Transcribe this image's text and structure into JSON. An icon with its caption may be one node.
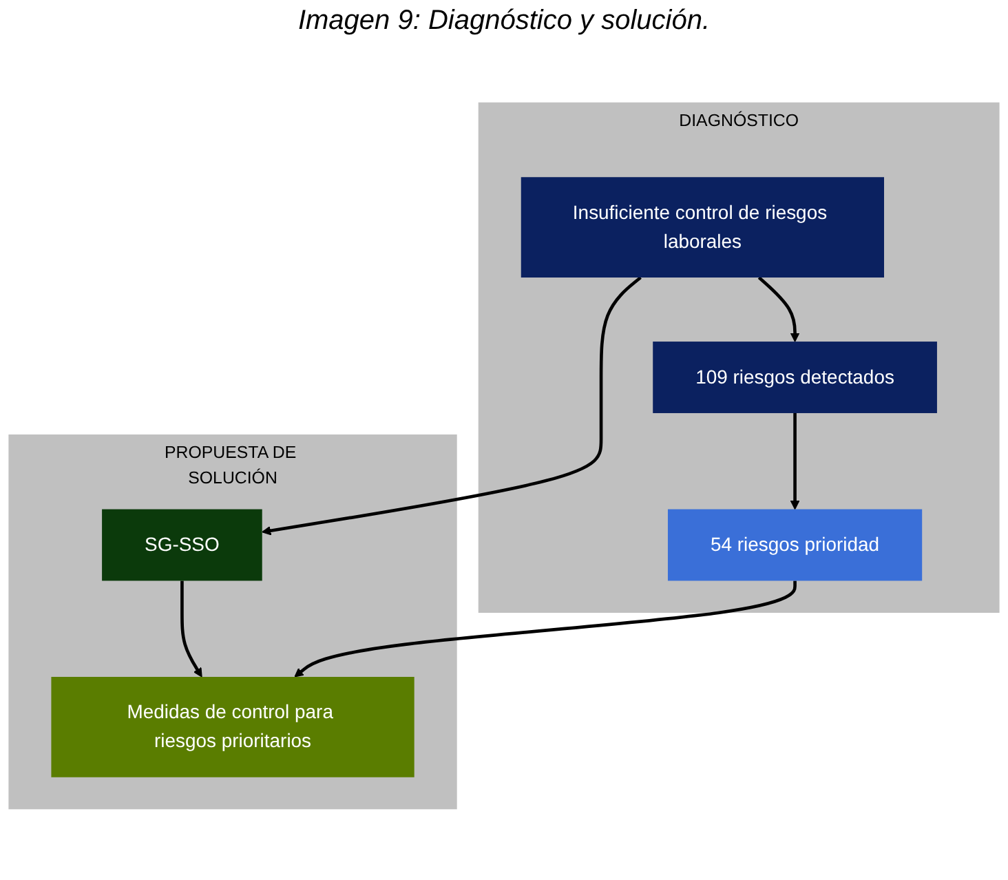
{
  "diagram": {
    "title": "Imagen 9: Diagnóstico y solución.",
    "nodes": [
      {
        "text": [
          "DIAGNÓSTICO"
        ]
      },
      {
        "text": [
          "Insuficiente control de riesgos laborales"
        ],
        "in": 0
      },
      {
        "text": [
          "109 riesgos detectados"
        ],
        "in": 0
      },
      {
        "text": [
          "54 riesgos prioridad"
        ],
        "in": 0
      },
      {
        "text": [
          "PROPUESTA DE SOLUCIÓN"
        ]
      },
      {
        "text": [
          "SG-SSO"
        ],
        "in": 4
      },
      {
        "text": [
          "Medidas de control para riesgos prioritarios"
        ],
        "in": 4
      }
    ],
    "edges": [
      {
        "from": 1,
        "to": 2,
        "arrow": "to"
      },
      {
        "from": 2,
        "to": 3,
        "arrow": "to"
      },
      {
        "from": 1,
        "to": 5,
        "arrow": "to"
      },
      {
        "from": 5,
        "to": 6,
        "arrow": "to"
      },
      {
        "from": 3,
        "to": 6,
        "arrow": "to"
      }
    ]
  }
}
